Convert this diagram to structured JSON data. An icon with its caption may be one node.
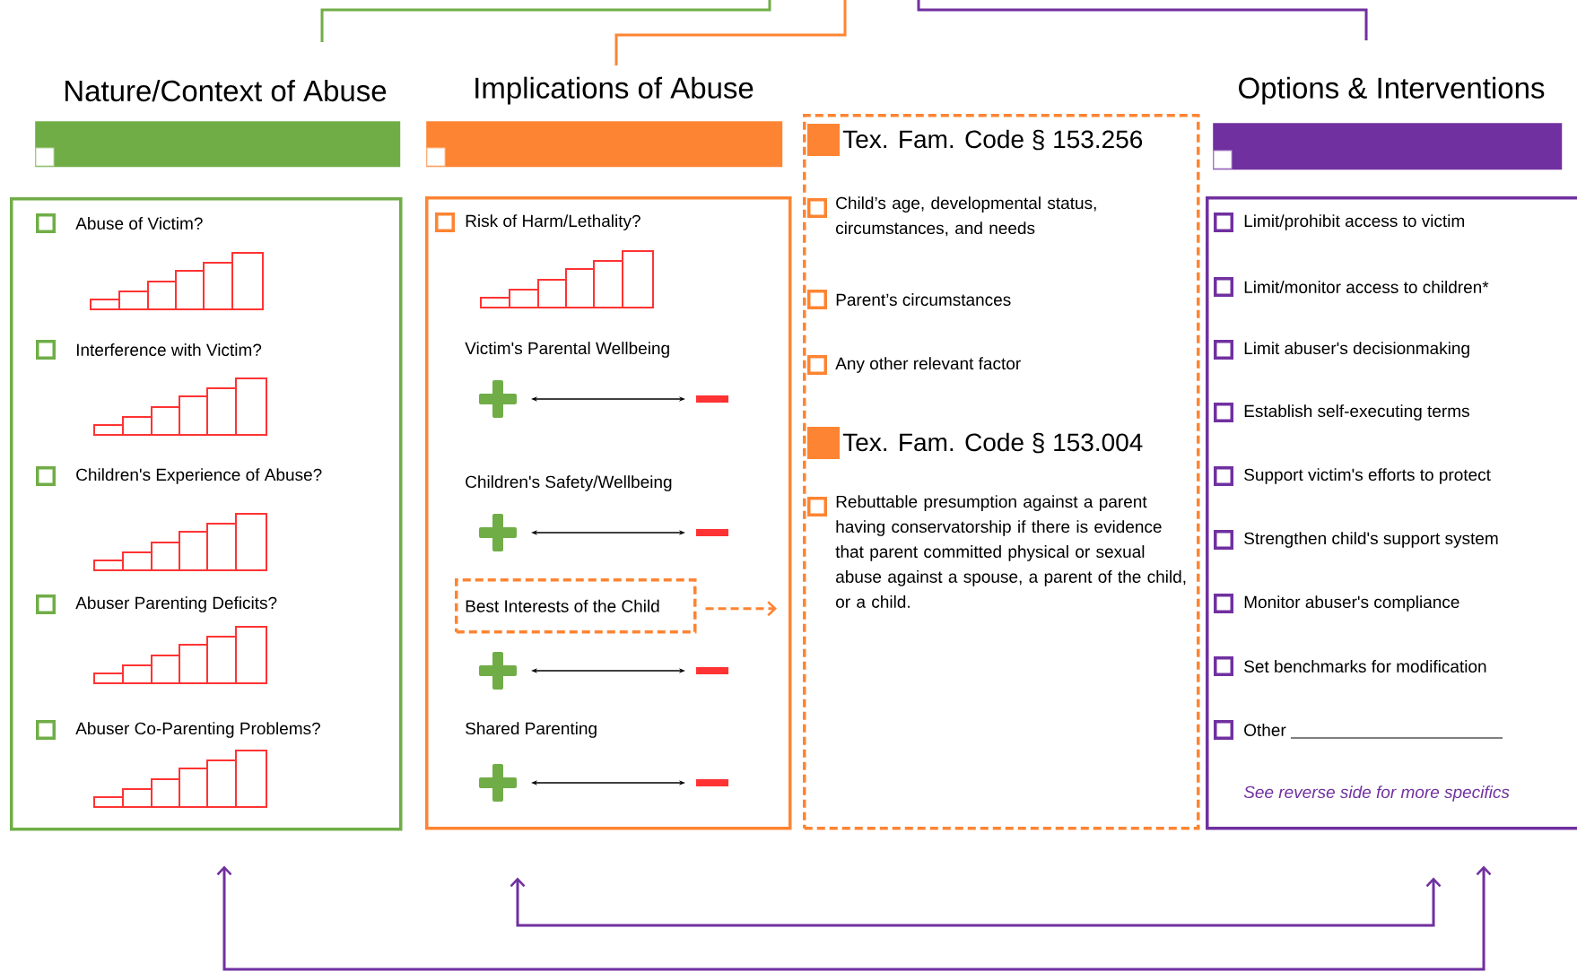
{
  "diagram": {
    "nodes": [
      {
        "text": [
          "Nature/Context of Abuse"
        ]
      },
      {
        "text": [
          "Abuse of Victim?",
          "Interference with Victim?",
          "Children's Experience of Abuse?",
          "Abuser Parenting Deficits?",
          "Abuser Co-Parenting Problems?"
        ]
      },
      {
        "text": [
          "Implications of Abuse"
        ]
      },
      {
        "text": [
          "Risk of Harm/Lethality?",
          "Victim's Parental Wellbeing",
          "Children's Safety/Wellbeing",
          "Shared Parenting"
        ]
      },
      {
        "text": [
          "Best Interests of the Child"
        ],
        "in": 3
      },
      {
        "text": [
          "Tex. Fam. Code § 153.256",
          "Child’s age, developmental status, circumstances, and needs",
          "Parent’s circumstances",
          "Any other relevant factor",
          "Tex. Fam. Code § 153.004",
          "Rebuttable presumption against a parent having conservatorship if there is evidence that parent committed physical or sexual abuse against a spouse, a parent of the child, or a child."
        ]
      },
      {
        "text": [
          "Options & Interventions"
        ]
      },
      {
        "text": [
          "Limit/prohibit access to victim",
          "Limit/monitor access to children*",
          "Limit abuser's decisionmaking",
          "Establish self-executing terms",
          "Support victim's efforts to protect",
          "Strengthen child's support system",
          "Monitor abuser's compliance",
          "Set benchmarks for modification",
          "Other",
          "See reverse side for more specifics"
        ]
      }
    ],
    "edges": [
      {
        "from": null,
        "to": 0,
        "arrow": "none",
        "color": "#70ad47"
      },
      {
        "from": null,
        "to": 2,
        "arrow": "none",
        "color": "#fd8432"
      },
      {
        "from": null,
        "to": 6,
        "arrow": "none",
        "color": "#7030a0"
      },
      {
        "from": 1,
        "to": 7,
        "arrow": "both",
        "color": "#7030a0"
      },
      {
        "from": 3,
        "to": 7,
        "arrow": "both",
        "color": "#7030a0"
      },
      {
        "from": 4,
        "to": 5,
        "arrow": "to",
        "style": "dashed",
        "color": "#fd8432"
      }
    ]
  }
}
